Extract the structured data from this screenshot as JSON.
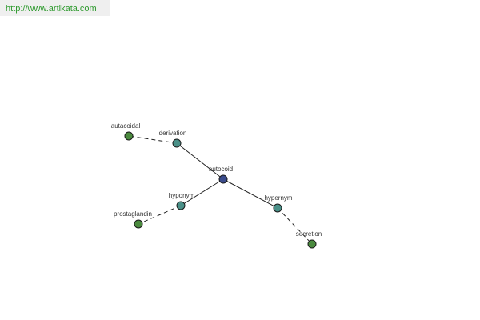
{
  "watermark": {
    "text": "http://www.artikata.com",
    "text_color": "#2e9a2e",
    "background": "#efefef"
  },
  "graph": {
    "colors": {
      "center": "#3a4b8c",
      "relation": "#4a9088",
      "term": "#4a8a3e",
      "edge": "#222222"
    },
    "nodes": [
      {
        "id": "autocoid",
        "label": "autocoid",
        "kind": "center"
      },
      {
        "id": "derivation",
        "label": "derivation",
        "kind": "relation"
      },
      {
        "id": "autacoidal",
        "label": "autacoidal",
        "kind": "term"
      },
      {
        "id": "hyponym",
        "label": "hyponym",
        "kind": "relation"
      },
      {
        "id": "prostaglandin",
        "label": "prostaglandin",
        "kind": "term"
      },
      {
        "id": "hypernym",
        "label": "hypernym",
        "kind": "relation"
      },
      {
        "id": "secretion",
        "label": "secretion",
        "kind": "term"
      }
    ],
    "edges": [
      {
        "from": "autocoid",
        "to": "derivation",
        "style": "solid"
      },
      {
        "from": "autocoid",
        "to": "hyponym",
        "style": "solid"
      },
      {
        "from": "autocoid",
        "to": "hypernym",
        "style": "solid"
      },
      {
        "from": "derivation",
        "to": "autacoidal",
        "style": "dashed"
      },
      {
        "from": "hyponym",
        "to": "prostaglandin",
        "style": "dashed"
      },
      {
        "from": "hypernym",
        "to": "secretion",
        "style": "dashed"
      }
    ]
  }
}
